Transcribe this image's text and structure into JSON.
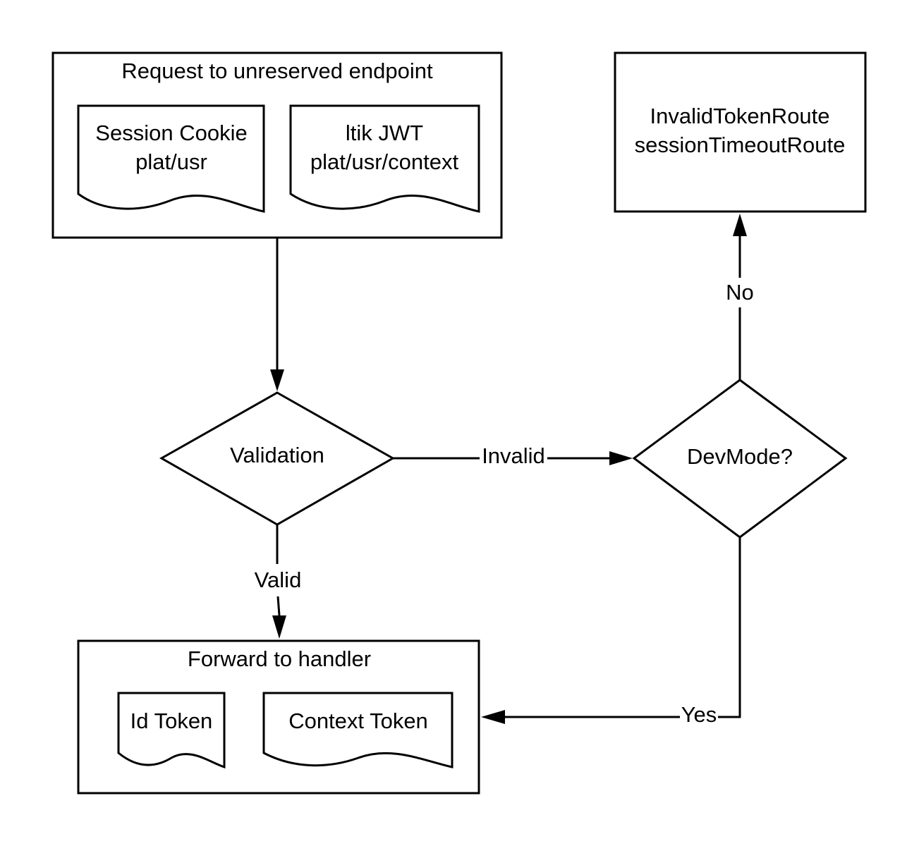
{
  "colors": {
    "stroke": "#000000",
    "background": "#ffffff"
  },
  "nodes": {
    "request": {
      "title": "Request to unreserved endpoint",
      "documents": {
        "session_cookie": {
          "line1": "Session Cookie",
          "line2": "plat/usr"
        },
        "ltik_jwt": {
          "line1": "ltik JWT",
          "line2": "plat/usr/context"
        }
      }
    },
    "validation": {
      "label": "Validation"
    },
    "devmode": {
      "label": "DevMode?"
    },
    "invalid_route": {
      "line1": "InvalidTokenRoute",
      "line2": "sessionTimeoutRoute"
    },
    "forward": {
      "title": "Forward to handler",
      "documents": {
        "id_token": {
          "label": "Id Token"
        },
        "context_token": {
          "label": "Context Token"
        }
      }
    }
  },
  "edges": {
    "request_to_validation": {
      "label": ""
    },
    "validation_invalid": {
      "label": "Invalid"
    },
    "validation_valid": {
      "label": "Valid"
    },
    "devmode_no": {
      "label": "No"
    },
    "devmode_yes": {
      "label": "Yes"
    }
  }
}
